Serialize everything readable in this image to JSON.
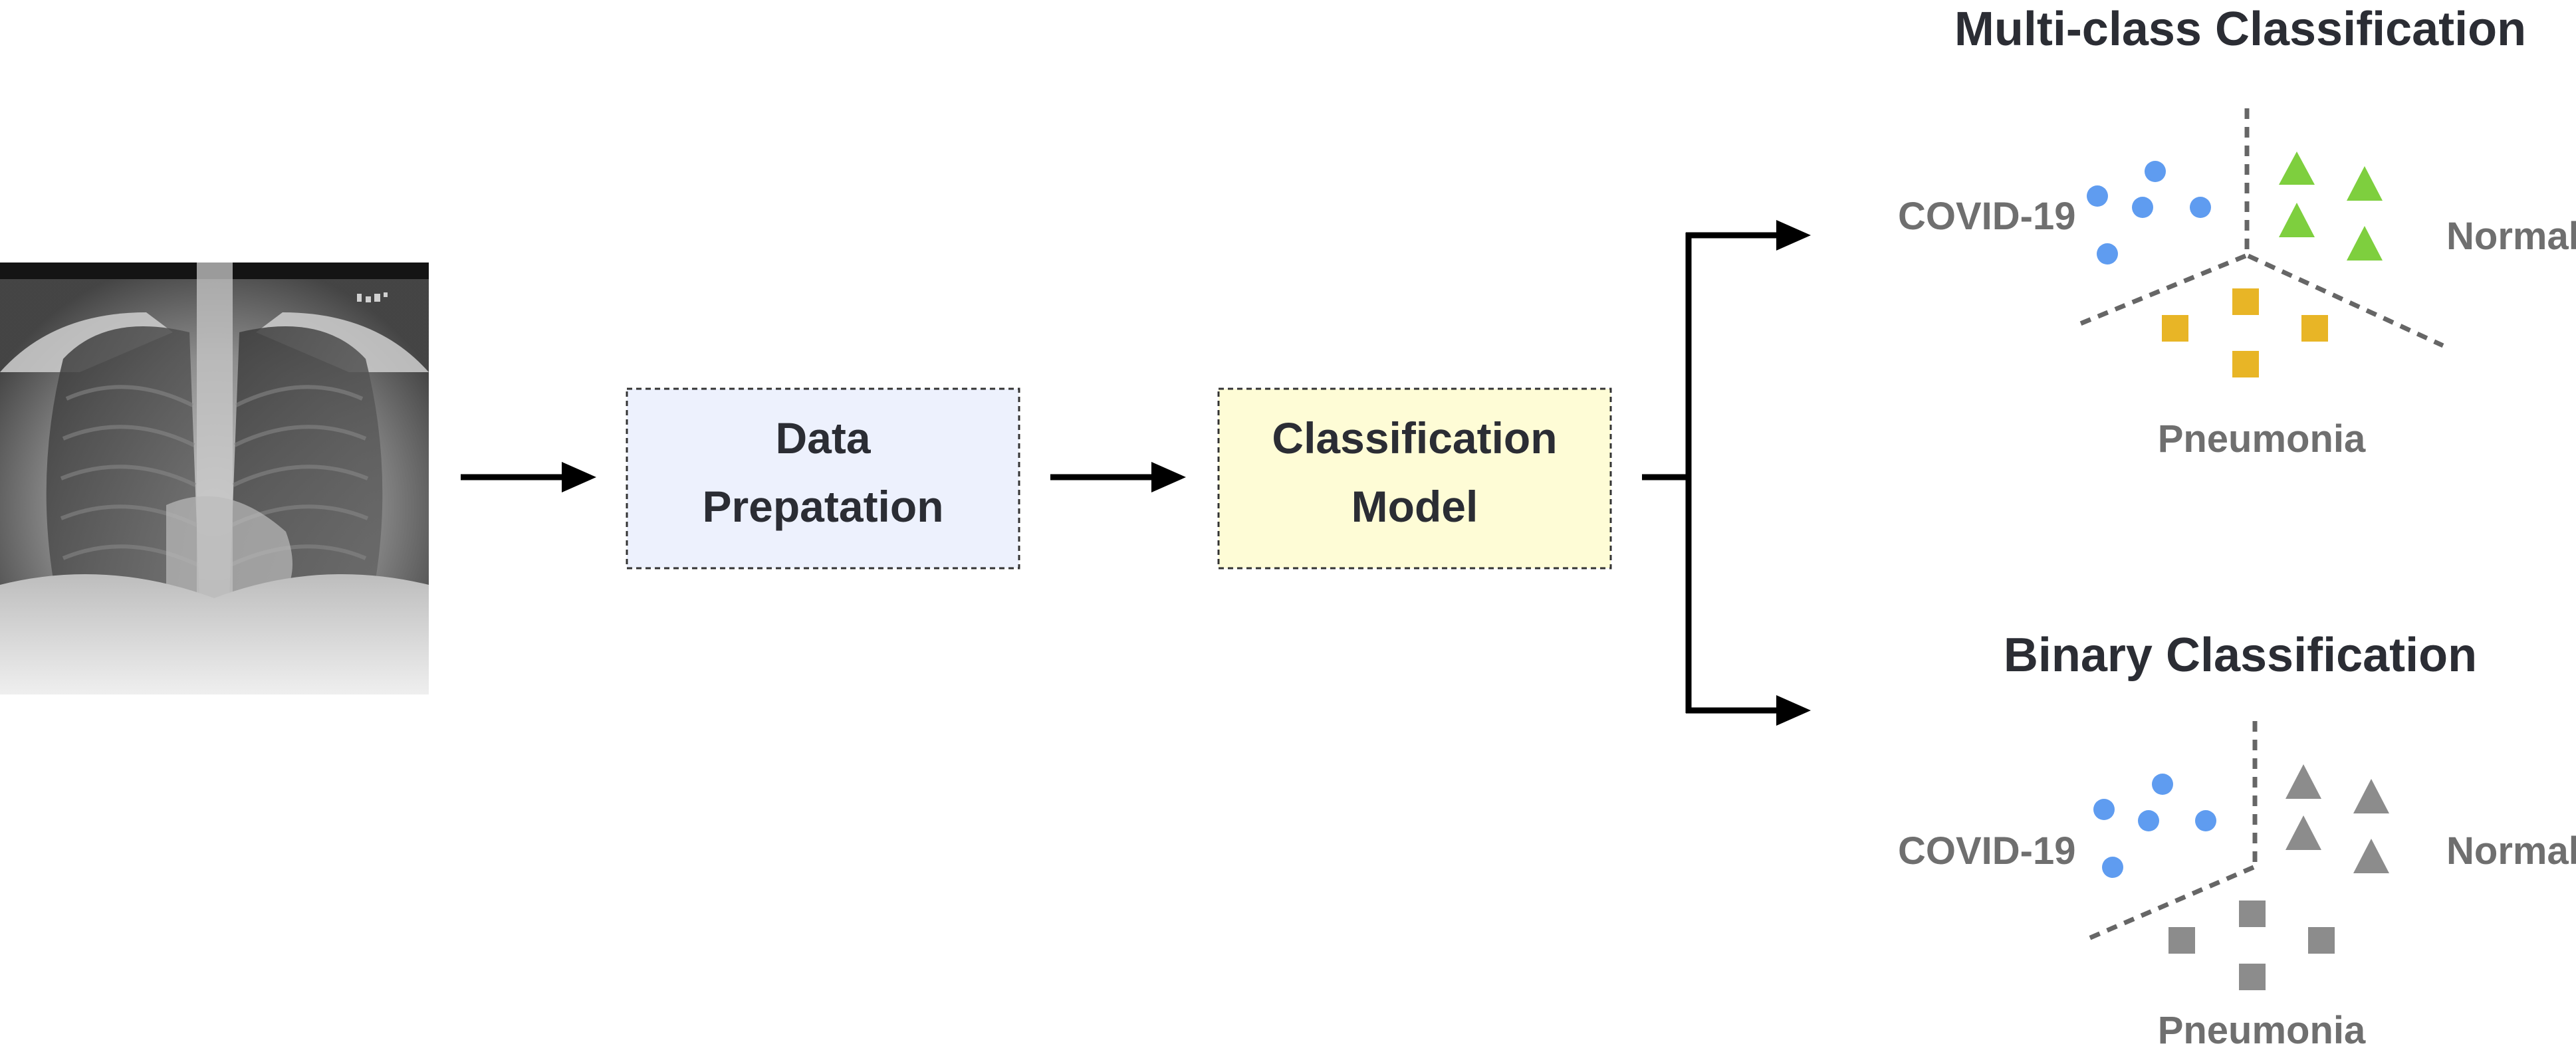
{
  "pipeline": {
    "box1": {
      "line1": "Data",
      "line2": "Prepatation",
      "fill": "#edf1fd"
    },
    "box2": {
      "line1": "Classification",
      "line2": "Model",
      "fill": "#fefcd6"
    }
  },
  "multiclass": {
    "title": "Multi-class Classification",
    "label_left": "COVID-19",
    "label_right": "Normal",
    "label_bottom": "Pneumonia",
    "colors": {
      "circle": "#5f9cf0",
      "triangle": "#7ecf3e",
      "square": "#e8b526"
    }
  },
  "binary": {
    "title": "Binary Classification",
    "label_left": "COVID-19",
    "label_right": "Normal",
    "label_bottom": "Pneumonia",
    "colors": {
      "circle": "#5f9cf0",
      "triangle": "#8c8c8c",
      "square": "#8c8c8c"
    }
  },
  "colors": {
    "title": "#2b2d34",
    "label": "#6f6f6f",
    "arrow": "#000000",
    "divider": "#666666"
  },
  "icons": {
    "input_image": "chest-xray-image"
  }
}
